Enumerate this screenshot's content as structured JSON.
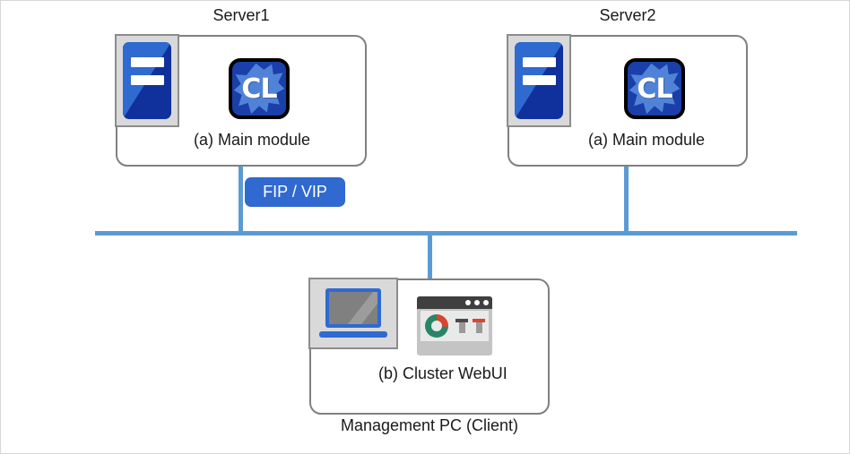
{
  "diagram": {
    "type": "cluster-architecture",
    "colors": {
      "line": "#5b9bd5",
      "box_border": "#808080",
      "badge": "#3069cf",
      "machine_blue": "#2f6ad0",
      "logo_blue": "#1a3fa8",
      "donut_green": "#2a8566",
      "donut_red": "#d9452e"
    },
    "nodes": [
      {
        "id": "server1",
        "title": "Server1",
        "module_label": "(a) Main module",
        "icons": [
          "server-machine-icon",
          "cl-logo-icon"
        ],
        "logo_text": "CL"
      },
      {
        "id": "server2",
        "title": "Server2",
        "module_label": "(a) Main module",
        "icons": [
          "server-machine-icon",
          "cl-logo-icon"
        ],
        "logo_text": "CL"
      },
      {
        "id": "client",
        "title": "Management PC (Client)",
        "module_label": "(b) Cluster WebUI",
        "icons": [
          "laptop-icon",
          "browser-window-icon"
        ]
      }
    ],
    "badges": [
      {
        "id": "fip-vip",
        "label": "FIP / VIP"
      }
    ],
    "connections": [
      {
        "from": "server1",
        "to": "network-bus"
      },
      {
        "from": "server2",
        "to": "network-bus"
      },
      {
        "from": "client",
        "to": "network-bus"
      }
    ]
  }
}
